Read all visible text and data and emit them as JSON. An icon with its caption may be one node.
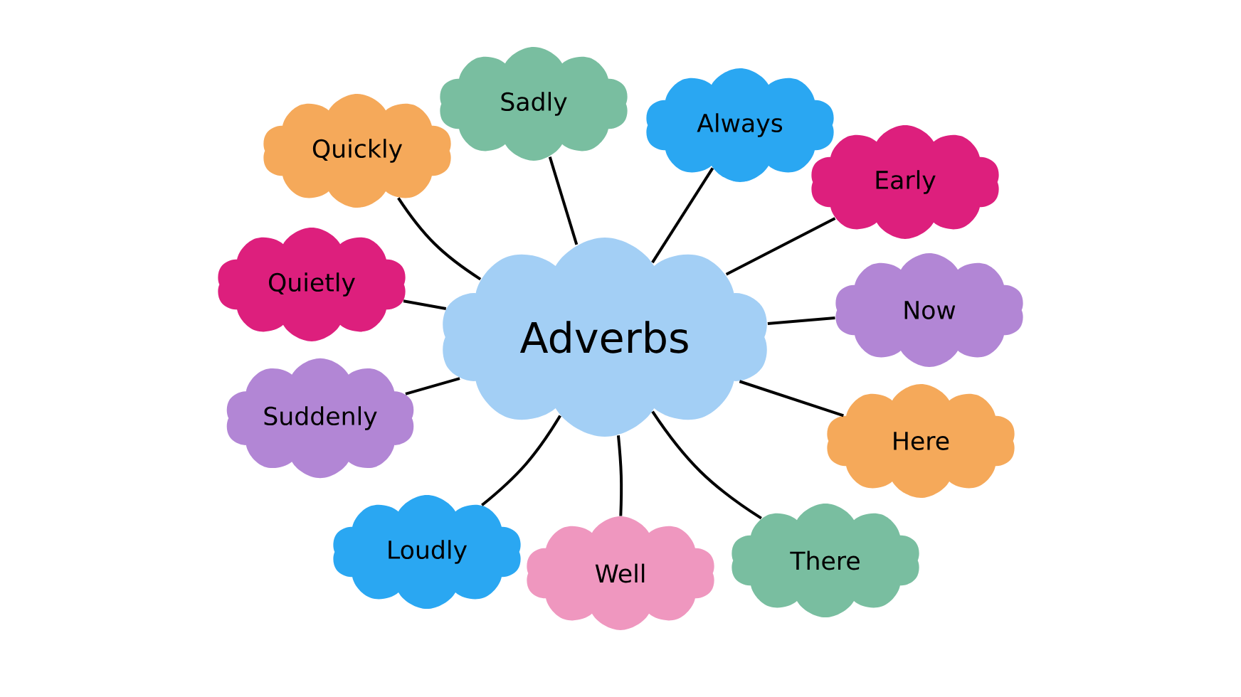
{
  "diagram": {
    "nodes": [
      {
        "text": [
          "Adverbs"
        ]
      },
      {
        "text": [
          "Sadly"
        ]
      },
      {
        "text": [
          "Always"
        ]
      },
      {
        "text": [
          "Quickly"
        ]
      },
      {
        "text": [
          "Early"
        ]
      },
      {
        "text": [
          "Quietly"
        ]
      },
      {
        "text": [
          "Now"
        ]
      },
      {
        "text": [
          "Suddenly"
        ]
      },
      {
        "text": [
          "Here"
        ]
      },
      {
        "text": [
          "Loudly"
        ]
      },
      {
        "text": [
          "There"
        ]
      },
      {
        "text": [
          "Well"
        ]
      }
    ],
    "edges": [
      {
        "from": 0,
        "to": 1,
        "arrow": "none"
      },
      {
        "from": 0,
        "to": 2,
        "arrow": "none"
      },
      {
        "from": 0,
        "to": 3,
        "arrow": "none"
      },
      {
        "from": 0,
        "to": 4,
        "arrow": "none"
      },
      {
        "from": 0,
        "to": 5,
        "arrow": "none"
      },
      {
        "from": 0,
        "to": 6,
        "arrow": "none"
      },
      {
        "from": 0,
        "to": 7,
        "arrow": "none"
      },
      {
        "from": 0,
        "to": 8,
        "arrow": "none"
      },
      {
        "from": 0,
        "to": 9,
        "arrow": "none"
      },
      {
        "from": 0,
        "to": 10,
        "arrow": "none"
      },
      {
        "from": 0,
        "to": 11,
        "arrow": "none"
      }
    ]
  }
}
